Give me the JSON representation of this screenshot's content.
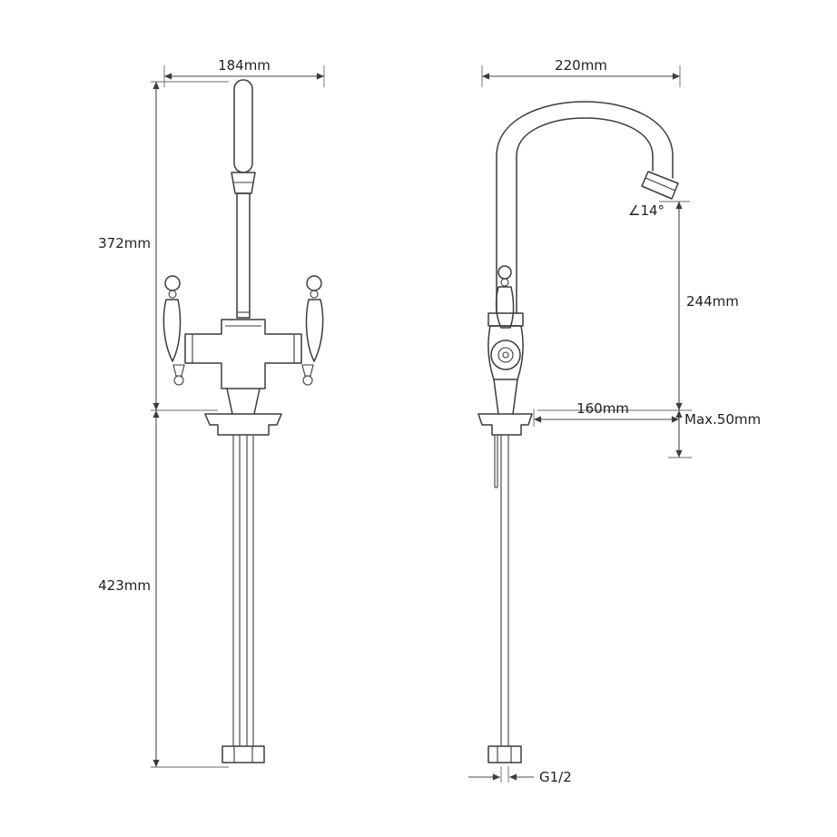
{
  "diagram": {
    "front": {
      "spout_width": "184mm",
      "upper_height": "372mm",
      "lower_height": "423mm"
    },
    "side": {
      "overall_width": "220mm",
      "spout_angle": "∠14°",
      "spout_height": "244mm",
      "spout_reach": "160mm",
      "max_deck_thickness": "Max.50mm",
      "thread_size": "G1/2"
    }
  }
}
